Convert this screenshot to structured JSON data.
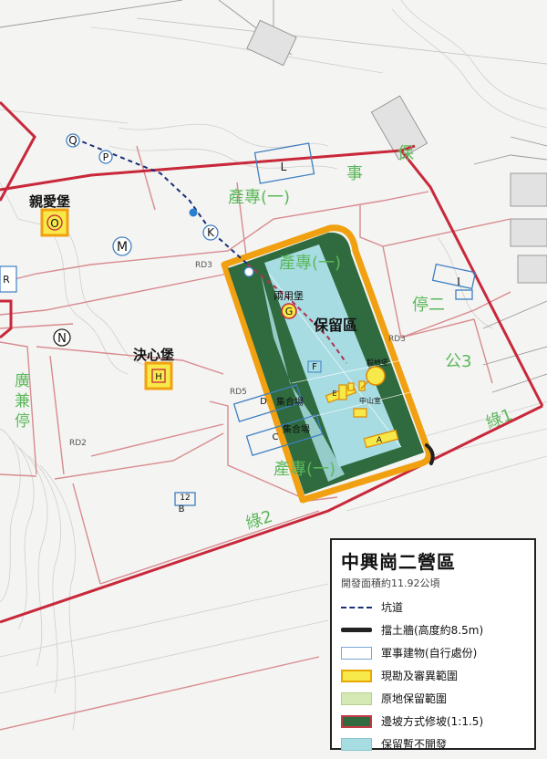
{
  "map": {
    "zones": {
      "chan_zhuan_1_top": "產專(一)",
      "chan_zhuan_1_mid": "產專(一)",
      "chan_zhuan_1_bottom": "產專(一)",
      "shi": "事",
      "bao": "保",
      "ting_er": "停二",
      "gong_3": "公3",
      "guang_jian_ting": "廣兼停",
      "lu_1": "綠1",
      "lu_2": "綠2",
      "reserve_area": "保留區"
    },
    "forts": {
      "qin_ai": "親愛堡",
      "jue_xin": "決心堡",
      "liang_yong": "兩用堡",
      "yi_zhen": "毅楨堡"
    },
    "buildings": {
      "ji_he_chang_1": "集合場",
      "ji_he_chang_2": "集合場",
      "zhong_shan_shi": "中山室"
    },
    "roads": {
      "rd3_left": "RD3",
      "rd3_right": "RD3",
      "rd5": "RD5",
      "rd2": "RD2"
    },
    "markers": [
      "Q",
      "P",
      "K",
      "M",
      "O",
      "N",
      "R",
      "L",
      "I",
      "G",
      "H",
      "F",
      "E",
      "D",
      "C",
      "B",
      "A",
      "12"
    ]
  },
  "legend": {
    "title": "中興崗二營區",
    "subtitle": "開發面積約11.92公頃",
    "items": [
      {
        "key": "tunnel",
        "label": "坑道"
      },
      {
        "key": "wall",
        "label": "擋土牆(高度約8.5m)"
      },
      {
        "key": "mil",
        "label": "軍事建物(自行處份)"
      },
      {
        "key": "survey",
        "label": "現勘及審異範圍"
      },
      {
        "key": "orig",
        "label": "原地保留範圍"
      },
      {
        "key": "slope",
        "label": "邊坡方式修坡(1:1.5)"
      },
      {
        "key": "reserve",
        "label": "保留暫不開發"
      }
    ]
  },
  "colors": {
    "boundary": "#c8283a",
    "zone_line": "#d88b90",
    "green_text": "#5cb85c",
    "slope": "#2f6b3e",
    "reserve": "#a7dce2",
    "orange": "#f0a010",
    "yellow": "#f7e94a",
    "tunnel": "#1a2f7a",
    "blue_outline": "#3f7fc2"
  }
}
